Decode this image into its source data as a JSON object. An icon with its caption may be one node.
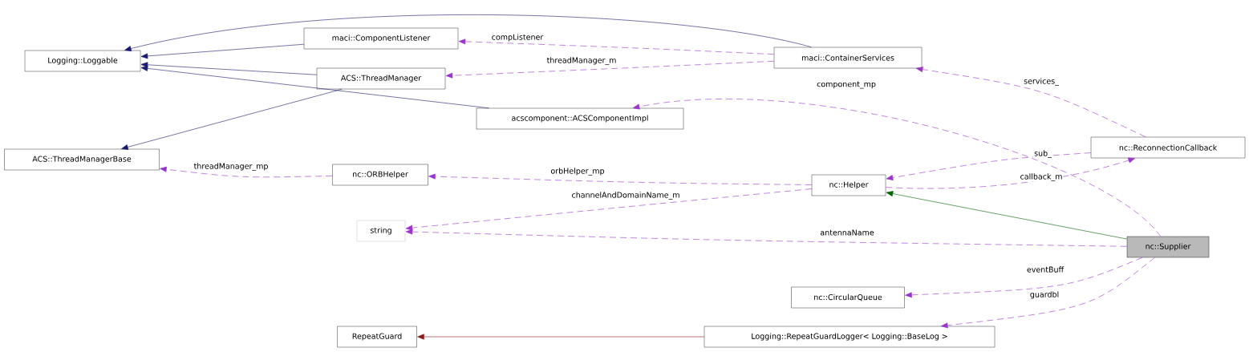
{
  "diagram": {
    "nodes": [
      {
        "text": [
          "Logging::Loggable"
        ]
      },
      {
        "text": [
          "maci::ComponentListener"
        ]
      },
      {
        "text": [
          "ACS::ThreadManager"
        ]
      },
      {
        "text": [
          "maci::ContainerServices"
        ]
      },
      {
        "text": [
          "acscomponent::ACSComponentImpl"
        ]
      },
      {
        "text": [
          "ACS::ThreadManagerBase"
        ]
      },
      {
        "text": [
          "nc::ReconnectionCallback"
        ]
      },
      {
        "text": [
          "nc::ORBHelper"
        ]
      },
      {
        "text": [
          "nc::Helper"
        ]
      },
      {
        "text": [
          "string"
        ]
      },
      {
        "text": [
          "nc::Supplier"
        ]
      },
      {
        "text": [
          "nc::CircularQueue"
        ]
      },
      {
        "text": [
          "RepeatGuard"
        ]
      },
      {
        "text": [
          "Logging::RepeatGuardLogger< Logging::BaseLog >"
        ]
      }
    ],
    "edges": [
      {
        "from": 1,
        "to": 0,
        "arrow": "to",
        "color": "#191970"
      },
      {
        "from": 2,
        "to": 0,
        "arrow": "to",
        "color": "#191970"
      },
      {
        "from": 3,
        "to": 0,
        "arrow": "to",
        "color": "#191970"
      },
      {
        "from": 4,
        "to": 0,
        "arrow": "to",
        "color": "#191970"
      },
      {
        "from": 2,
        "to": 5,
        "arrow": "to",
        "color": "#191970"
      },
      {
        "from": 3,
        "to": 1,
        "arrow": "to",
        "style": "dashed",
        "label": "compListener"
      },
      {
        "from": 3,
        "to": 2,
        "arrow": "to",
        "style": "dashed",
        "label": "threadManager_m"
      },
      {
        "from": 10,
        "to": 4,
        "arrow": "to",
        "style": "dashed",
        "label": "component_mp"
      },
      {
        "from": 6,
        "to": 3,
        "arrow": "to",
        "style": "dashed",
        "label": "services_"
      },
      {
        "from": 7,
        "to": 5,
        "arrow": "to",
        "style": "dashed",
        "label": "threadManager_mp"
      },
      {
        "from": 8,
        "to": 7,
        "arrow": "to",
        "style": "dashed",
        "label": "orbHelper_mp"
      },
      {
        "from": 6,
        "to": 8,
        "arrow": "to",
        "style": "dashed",
        "label": "sub_"
      },
      {
        "from": 8,
        "to": 6,
        "arrow": "to",
        "style": "dashed",
        "label": "callback_m"
      },
      {
        "from": 8,
        "to": 9,
        "arrow": "to",
        "style": "dashed",
        "label": "channelAndDomainName_m"
      },
      {
        "from": 10,
        "to": 9,
        "arrow": "to",
        "style": "dashed",
        "label": "antennaName"
      },
      {
        "from": 10,
        "to": 8,
        "arrow": "to",
        "color": "#006400"
      },
      {
        "from": 10,
        "to": 11,
        "arrow": "to",
        "style": "dashed",
        "label": "eventBuff"
      },
      {
        "from": 10,
        "to": 13,
        "arrow": "to",
        "style": "dashed",
        "label": "guardbl"
      },
      {
        "from": 13,
        "to": 12,
        "arrow": "to",
        "color": "#8b1a1a"
      }
    ]
  }
}
